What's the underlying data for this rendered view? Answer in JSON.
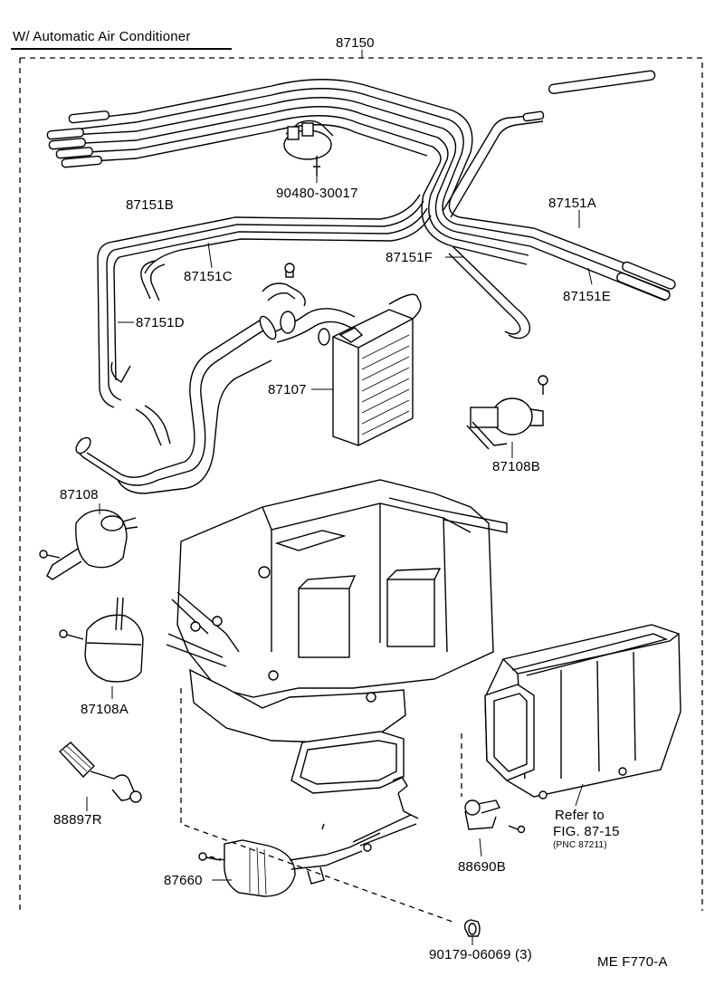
{
  "header": {
    "title": "W/ Automatic Air Conditioner"
  },
  "footer": {
    "code": "ME  F770-A"
  },
  "labels": {
    "p87150": "87150",
    "p90480": "90480-30017",
    "p87151B": "87151B",
    "p87151A": "87151A",
    "p87151F": "87151F",
    "p87151C": "87151C",
    "p87151E": "87151E",
    "p87151D": "87151D",
    "p87107": "87107",
    "p87108B": "87108B",
    "p87108": "87108",
    "p87108A": "87108A",
    "p88897R": "88897R",
    "p87660": "87660",
    "p88690B": "88690B",
    "p90179": "90179-06069 (3)",
    "refer_line1": "Refer to",
    "refer_line2": "FIG. 87-15",
    "refer_line3": "(PNC 87211)"
  }
}
